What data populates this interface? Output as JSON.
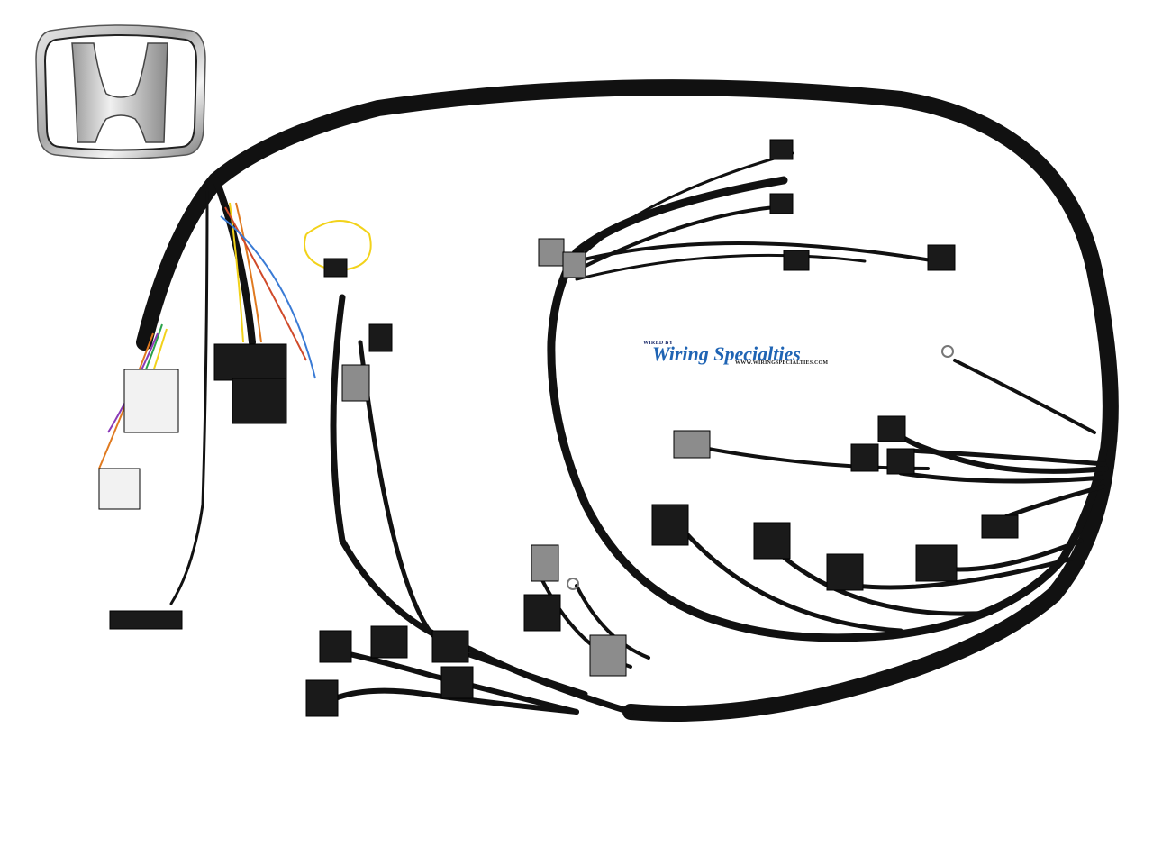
{
  "image": {
    "subject": "Honda engine wiring harness with braided loom, connectors and relays",
    "background_color": "#ffffff"
  },
  "logo": {
    "name": "Honda H emblem",
    "colors": {
      "chrome_light": "#f2f2f2",
      "chrome_dark": "#6a6a6a"
    }
  },
  "watermark": {
    "wired_by": "WIRED BY",
    "brand": "Wiring Specialties",
    "url": "WWW.WIRINGSPECIALTIES.COM",
    "brand_color": "#1f64b4"
  },
  "colors": {
    "loom": "#111111",
    "connector_black": "#1a1a1a",
    "connector_gray": "#8c8c8c",
    "connector_white": "#f2f2f2",
    "wire_yellow": "#f2d21a",
    "wire_orange": "#e07a20"
  }
}
